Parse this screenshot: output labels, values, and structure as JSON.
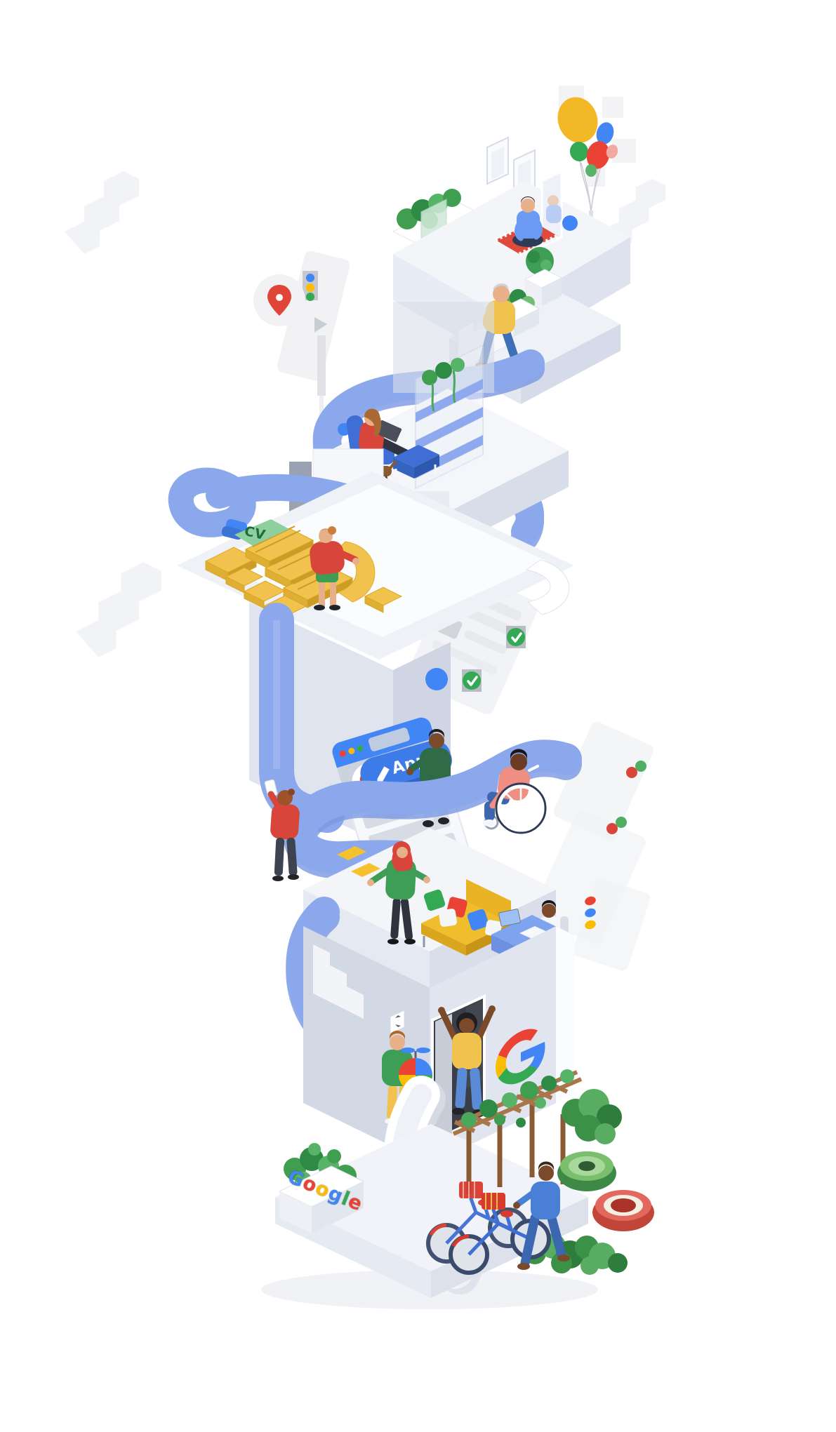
{
  "scene": {
    "apply_button": {
      "label": "Apply",
      "icon": "pencil-icon",
      "fill": "#3d7be8",
      "text_color": "#ffffff"
    },
    "cv_card": {
      "label": "CV",
      "fill": "#8fce9d",
      "text_color": "#1e6b3c"
    },
    "google_planter": {
      "word": "Google",
      "letters": [
        {
          "char": "G",
          "color": "#4285f4"
        },
        {
          "char": "o",
          "color": "#ea4335"
        },
        {
          "char": "o",
          "color": "#fbbc04"
        },
        {
          "char": "g",
          "color": "#4285f4"
        },
        {
          "char": "l",
          "color": "#34a853"
        },
        {
          "char": "e",
          "color": "#ea4335"
        }
      ]
    },
    "g_logo": {
      "label": "Google G",
      "red": "#EA4335",
      "blue": "#4285F4",
      "yellow": "#FBBC05",
      "green": "#34A853"
    },
    "browser_window": {
      "header_fill": "#4285f4",
      "dot_colors": {
        "red": "#ea4335",
        "yellow": "#fbbc04",
        "green": "#34a853"
      },
      "pin_color": "#e04537"
    },
    "checklist_card": {
      "check_color": "#34a853",
      "check_count": 2
    },
    "dots_card": {
      "red": "#ea4335",
      "blue": "#4285f4",
      "yellow": "#fbbc04"
    },
    "balloons": {
      "yellow": "#f2b827",
      "blue": "#4285f4",
      "green": "#34a853",
      "red": "#ea4335",
      "pink": "#f2a9a1"
    },
    "ramp_color": "#8ca8ec",
    "noogler_ball": {
      "red": "#ea4335",
      "blue": "#4285f4",
      "yellow": "#fbbc04",
      "green": "#34a853"
    }
  }
}
